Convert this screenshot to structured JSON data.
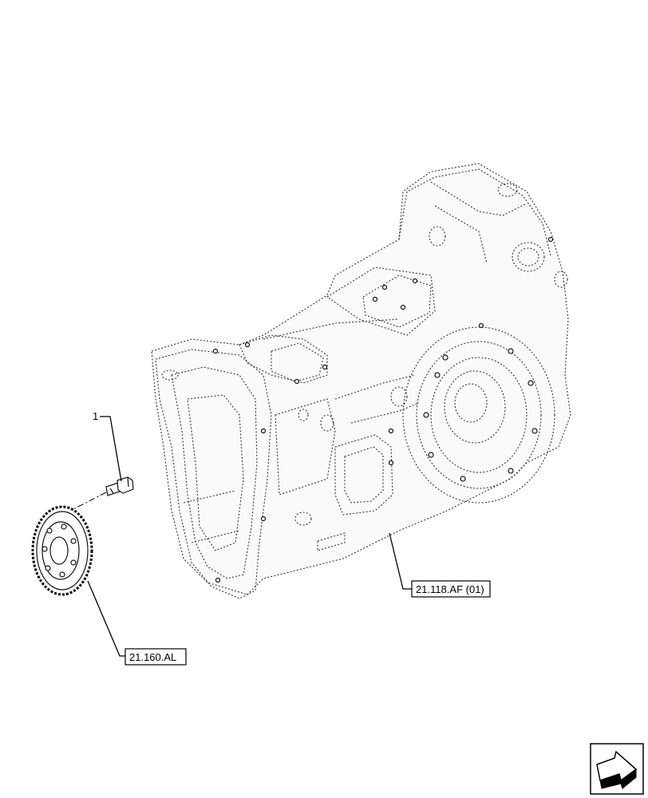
{
  "callouts": {
    "item_number": "1",
    "transmission_ref": "21.118.AF (01)",
    "gear_ref": "21.160.AL"
  },
  "icons": {
    "corner": "navigation-arrow-icon"
  }
}
